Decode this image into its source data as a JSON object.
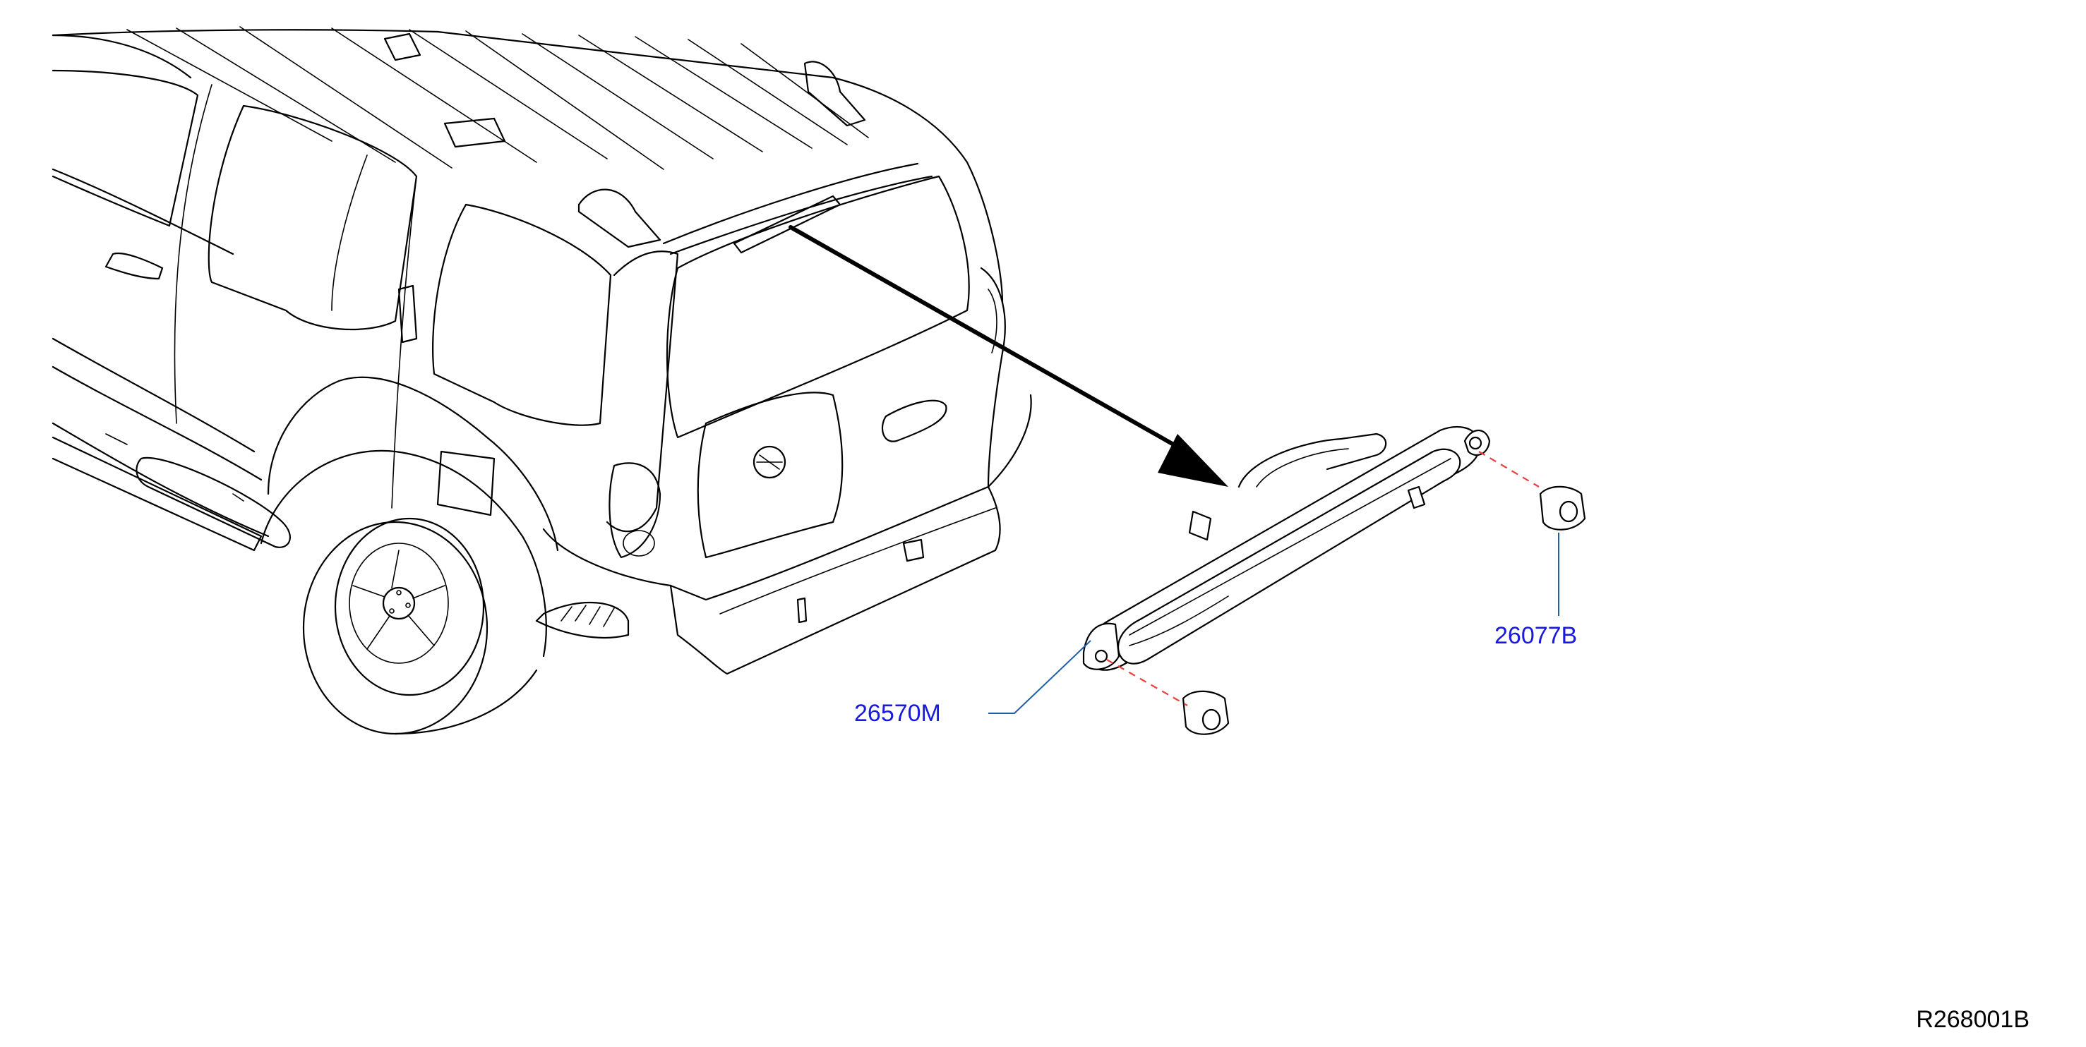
{
  "diagram": {
    "parts": [
      {
        "part_number": "26570M",
        "description_icon": "high-mount-stop-lamp"
      },
      {
        "part_number": "26077B",
        "description_icon": "grommet"
      }
    ],
    "diagram_code": "R268001B"
  },
  "colors": {
    "callout_text": "#1a1adf",
    "leader_line": "#1f5fa8",
    "assembly_line": "#e8413c",
    "linework": "#000000",
    "diagram_code_text": "#000000"
  }
}
